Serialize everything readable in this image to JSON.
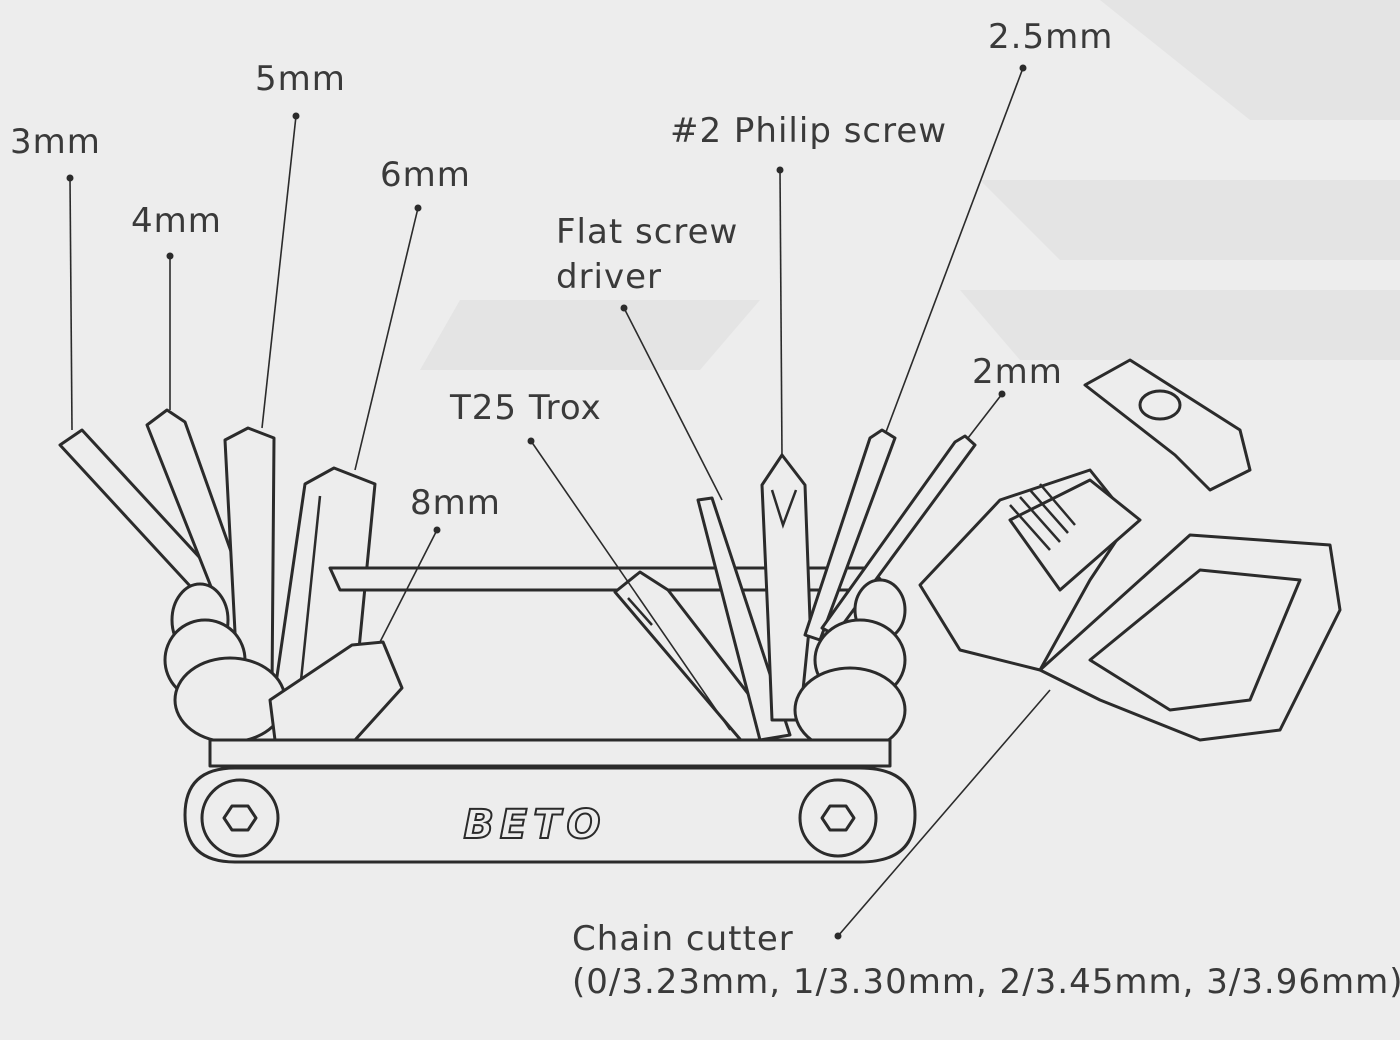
{
  "labels": {
    "l3mm": "3mm",
    "l4mm": "4mm",
    "l5mm": "5mm",
    "l6mm": "6mm",
    "l8mm": "8mm",
    "t25": "T25 Trox",
    "flat_line1": "Flat screw",
    "flat_line2": "driver",
    "philip": "#2 Philip screw",
    "l25mm": "2.5mm",
    "l2mm": "2mm",
    "chain_line1": "Chain cutter",
    "chain_line2": "(0/3.23mm, 1/3.30mm, 2/3.45mm, 3/3.96mm)"
  },
  "brand": "BETO",
  "colors": {
    "background": "#ededed",
    "ink": "#2b2b2b",
    "text": "#3a3a3a"
  }
}
